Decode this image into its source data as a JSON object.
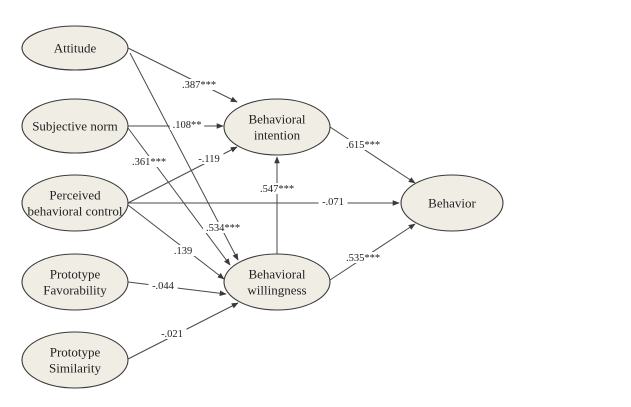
{
  "nodes": [
    {
      "id": "attitude",
      "lines": [
        "Attitude"
      ]
    },
    {
      "id": "subjective_norm",
      "lines": [
        "Subjective norm"
      ]
    },
    {
      "id": "pbc",
      "lines": [
        "Perceived",
        "behavioral control"
      ]
    },
    {
      "id": "proto_fav",
      "lines": [
        "Prototype",
        "Favorability"
      ]
    },
    {
      "id": "proto_sim",
      "lines": [
        "Prototype",
        "Similarity"
      ]
    },
    {
      "id": "intention",
      "lines": [
        "Behavioral",
        "intention"
      ]
    },
    {
      "id": "willingness",
      "lines": [
        "Behavioral",
        "willingness"
      ]
    },
    {
      "id": "behavior",
      "lines": [
        "Behavior"
      ]
    }
  ],
  "edges": [
    {
      "from": "attitude",
      "to": "intention",
      "label": ".387***"
    },
    {
      "from": "attitude",
      "to": "willingness",
      "label": ".534***"
    },
    {
      "from": "subjective_norm",
      "to": "intention",
      "label": ".108**"
    },
    {
      "from": "subjective_norm",
      "to": "willingness",
      "label": ".361***"
    },
    {
      "from": "pbc",
      "to": "intention",
      "label": "-.119"
    },
    {
      "from": "pbc",
      "to": "behavior",
      "label": "-.071"
    },
    {
      "from": "pbc",
      "to": "willingness",
      "label": ".139"
    },
    {
      "from": "proto_fav",
      "to": "willingness",
      "label": "-.044"
    },
    {
      "from": "proto_sim",
      "to": "willingness",
      "label": "-.021"
    },
    {
      "from": "willingness",
      "to": "intention",
      "label": ".547***"
    },
    {
      "from": "intention",
      "to": "behavior",
      "label": ".615***"
    },
    {
      "from": "willingness",
      "to": "behavior",
      "label": ".535***"
    }
  ]
}
